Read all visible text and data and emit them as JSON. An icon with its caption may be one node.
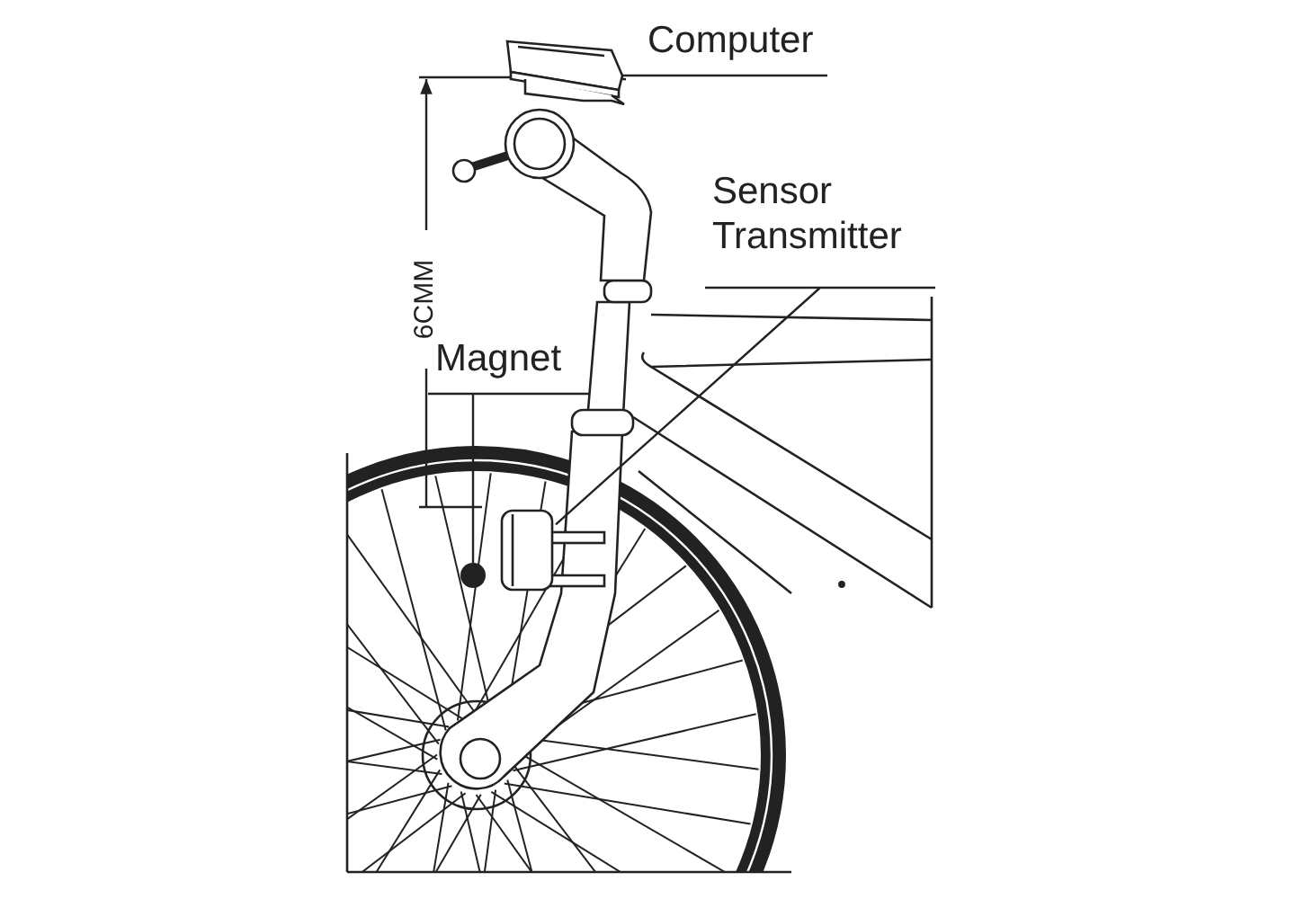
{
  "diagram": {
    "nodes": [
      {
        "text": [
          "Computer"
        ]
      },
      {
        "text": [],
        "shape": "picture"
      },
      {
        "text": [
          "Sensor Transmitter"
        ]
      },
      {
        "text": [],
        "shape": "picture"
      },
      {
        "text": [
          "Magnet"
        ]
      },
      {
        "text": [],
        "shape": "circle"
      }
    ],
    "edges": [
      {
        "from": 0,
        "to": 1,
        "arrow": "none"
      },
      {
        "from": 2,
        "to": 3,
        "arrow": "none"
      },
      {
        "from": 4,
        "to": 5,
        "arrow": "none"
      }
    ],
    "labels": [
      "6CMM"
    ]
  }
}
